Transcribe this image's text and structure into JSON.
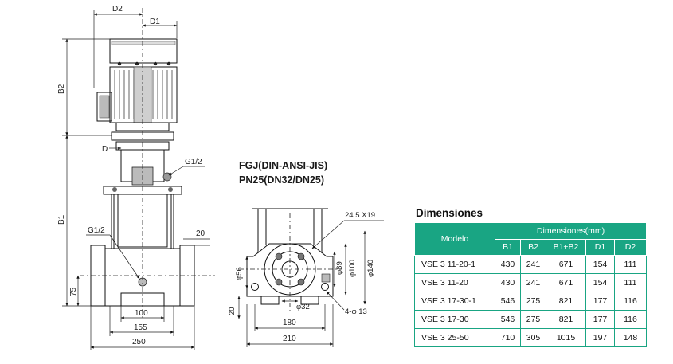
{
  "side_view": {
    "labels": {
      "d2": "D2",
      "d1": "D1",
      "b2": "B2",
      "b1": "B1",
      "d": "D",
      "g12_upper": "G1/2",
      "g12_lower": "G1/2",
      "dim_20": "20",
      "dim_75": "75",
      "dim_100": "100",
      "dim_155": "155",
      "dim_250": "250"
    }
  },
  "flange_spec": {
    "line1": "FGJ(DIN-ANSI-JIS)",
    "line2": "PN25(DN32/DN25)"
  },
  "base_view": {
    "labels": {
      "dim_245x19": "24.5 X19",
      "dim_56": "φ56",
      "dim_89": "φ89",
      "dim_100": "φ100",
      "dim_140": "φ140",
      "dim_32": "φ32",
      "dim_20": "20",
      "holes": "4-φ 13",
      "dim_180": "180",
      "dim_210": "210"
    }
  },
  "dimensions_table": {
    "title": "Dimensiones",
    "col_model": "Modelo",
    "group_header": "Dimensiones(mm)",
    "columns": [
      "B1",
      "B2",
      "B1+B2",
      "D1",
      "D2"
    ],
    "rows": [
      {
        "model": "VSE 3 11-20-1",
        "b1": "430",
        "b2": "241",
        "b1b2": "671",
        "d1": "154",
        "d2": "111"
      },
      {
        "model": "VSE 3 11-20",
        "b1": "430",
        "b2": "241",
        "b1b2": "671",
        "d1": "154",
        "d2": "111"
      },
      {
        "model": "VSE 3 17-30-1",
        "b1": "546",
        "b2": "275",
        "b1b2": "821",
        "d1": "177",
        "d2": "116"
      },
      {
        "model": "VSE 3 17-30",
        "b1": "546",
        "b2": "275",
        "b1b2": "821",
        "d1": "177",
        "d2": "116"
      },
      {
        "model": "VSE 3 25-50",
        "b1": "710",
        "b2": "305",
        "b1b2": "1015",
        "d1": "197",
        "d2": "148"
      }
    ]
  },
  "colors": {
    "table_header": "#19a583",
    "table_border": "#19a583",
    "line": "#111111"
  }
}
